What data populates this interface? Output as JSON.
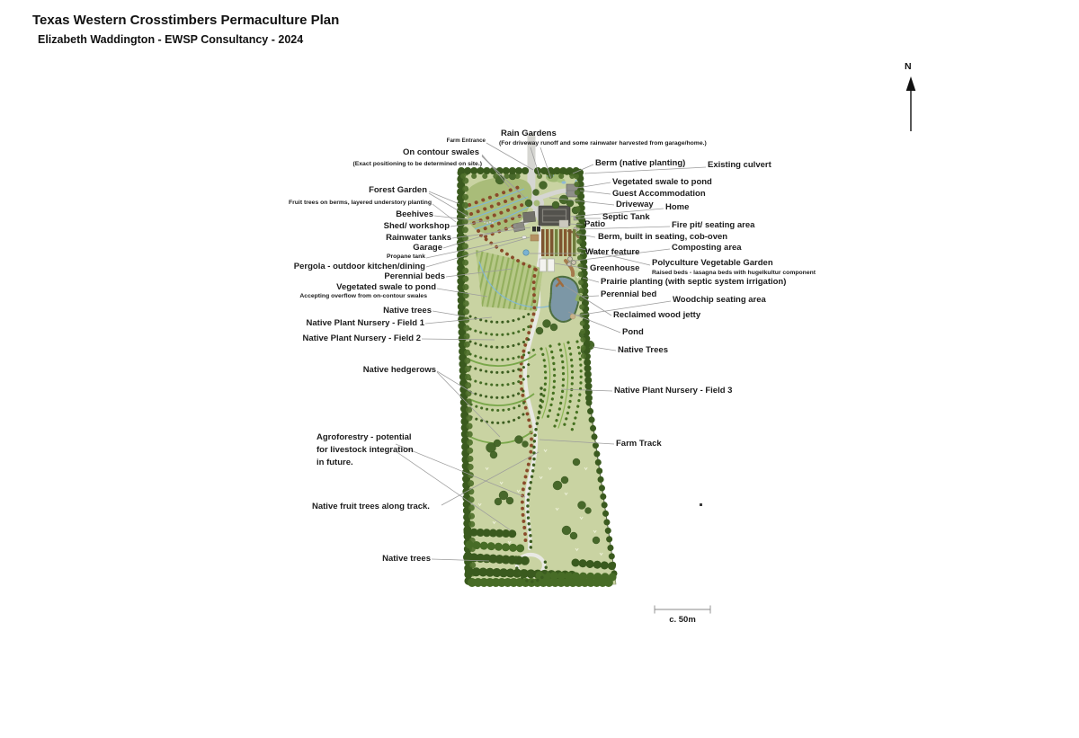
{
  "header": {
    "title": "Texas Western Crosstimbers Permaculture Plan",
    "subtitle": "Elizabeth Waddington - EWSP Consultancy - 2024"
  },
  "compass": {
    "label": "N"
  },
  "scale_bar": {
    "label": "c. 50m"
  },
  "annotations": {
    "rain_gardens": {
      "text": "Rain Gardens",
      "sub": "(For driveway runoff and some rainwater harvested from garage/home.)"
    },
    "farm_entrance": {
      "text": "Farm Entrance"
    },
    "on_contour_swales": {
      "text": "On contour swales",
      "sub": "(Exact positioning to be determined on site.)"
    },
    "forest_garden": {
      "text": "Forest Garden",
      "sub": "Fruit trees on berms, layered understory planting"
    },
    "beehives": {
      "text": "Beehives"
    },
    "shed_workshop": {
      "text": "Shed/ workshop"
    },
    "rainwater_tanks": {
      "text": "Rainwater tanks"
    },
    "garage": {
      "text": "Garage"
    },
    "propane_tank": {
      "text": "Propane tank"
    },
    "pergola": {
      "text": "Pergola - outdoor kitchen/dining"
    },
    "perennial_beds": {
      "text": "Perennial beds"
    },
    "vegetated_swale_left": {
      "text": "Vegetated swale to pond",
      "sub": "Accepting overflow from on-contour swales"
    },
    "native_trees_left": {
      "text": "Native trees"
    },
    "nursery_field_1": {
      "text": "Native Plant Nursery - Field 1"
    },
    "nursery_field_2": {
      "text": "Native Plant Nursery - Field 2"
    },
    "native_hedgerows": {
      "text": "Native hedgerows"
    },
    "agroforestry": {
      "text": "Agroforestry - potential\nfor livestock integration\nin future."
    },
    "native_fruit_trees": {
      "text": "Native fruit trees along track."
    },
    "native_trees_bottom": {
      "text": "Native trees"
    },
    "berm_native_planting": {
      "text": "Berm (native planting)"
    },
    "existing_culvert": {
      "text": "Existing culvert"
    },
    "vegetated_swale_right": {
      "text": "Vegetated swale to pond"
    },
    "guest_accommodation": {
      "text": "Guest Accommodation"
    },
    "driveway": {
      "text": "Driveway"
    },
    "home": {
      "text": "Home"
    },
    "septic_tank": {
      "text": "Septic Tank"
    },
    "patio": {
      "text": "Patio"
    },
    "fire_pit": {
      "text": "Fire pit/ seating area"
    },
    "berm_seating": {
      "text": "Berm, built in seating, cob-oven"
    },
    "water_feature": {
      "text": "Water feature"
    },
    "composting_area": {
      "text": "Composting area"
    },
    "polyculture_garden": {
      "text": "Polyculture Vegetable Garden",
      "sub": "Raised beds - lasagna beds with hugelkultur component"
    },
    "greenhouse": {
      "text": "Greenhouse"
    },
    "prairie_planting": {
      "text": "Prairie planting (with septic system irrigation)"
    },
    "perennial_bed_right": {
      "text": "Perennial bed"
    },
    "woodchip_seating": {
      "text": "Woodchip seating area"
    },
    "reclaimed_wood_jetty": {
      "text": "Reclaimed wood jetty"
    },
    "pond": {
      "text": "Pond"
    },
    "native_trees_right": {
      "text": "Native Trees"
    },
    "nursery_field_3": {
      "text": "Native Plant Nursery - Field 3"
    },
    "farm_track": {
      "text": "Farm Track"
    }
  },
  "colors": {
    "land": "#c9d3a2",
    "forest_garden": "#a9bc79",
    "tree_dark": "#3a5a1e",
    "tree_mid": "#4c6e29",
    "orchard_tree": "#8a4b2a",
    "water": "#7c97a6",
    "swale_blue": "#7fb7da",
    "path_gray": "#d6d6d2",
    "track_white": "#e9e9e4",
    "building_dark": "#53524d",
    "building_gray": "#8b8a83",
    "raised_bed_brown": "#7d5430",
    "leader_line": "#9c9c9c"
  }
}
